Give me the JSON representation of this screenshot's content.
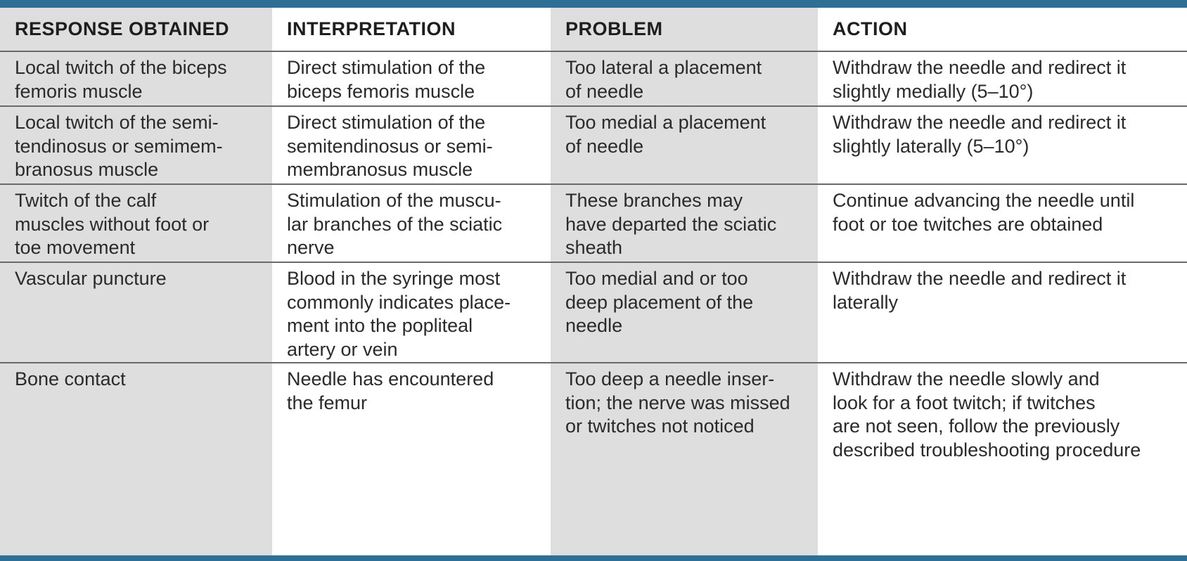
{
  "table": {
    "headers": [
      "RESPONSE OBTAINED",
      "INTERPRETATION",
      "PROBLEM",
      "ACTION"
    ],
    "rows": [
      [
        "Local twitch of the biceps\nfemoris muscle",
        "Direct stimulation of the\nbiceps femoris muscle",
        "Too lateral a placement\nof needle",
        "Withdraw the needle and redirect it\nslightly medially (5–10°)"
      ],
      [
        "Local twitch of the semi-\ntendinosus or semimem-\nbranosus muscle",
        "Direct stimulation of the\nsemitendinosus or semi-\nmembranosus muscle",
        "Too medial a placement\nof needle",
        "Withdraw the needle and redirect it\nslightly laterally (5–10°)"
      ],
      [
        "Twitch of the calf\nmuscles without foot or\ntoe movement",
        "Stimulation of the muscu-\nlar branches of the sciatic\nnerve",
        "These branches may\nhave departed the sciatic\nsheath",
        "Continue advancing the needle until\nfoot or toe twitches are obtained"
      ],
      [
        "Vascular puncture",
        "Blood in the syringe most\ncommonly indicates place-\nment into the popliteal\nartery or vein",
        "Too medial and or too\ndeep placement of the\nneedle",
        "Withdraw the needle and redirect it\nlaterally"
      ],
      [
        "Bone contact",
        "Needle has encountered\nthe femur",
        "Too deep a needle inser-\ntion; the nerve was missed\nor twitches not noticed",
        "Withdraw the needle slowly and\nlook for a foot twitch; if twitches\nare not seen, follow the previously\ndescribed troubleshooting procedure"
      ]
    ]
  },
  "colors": {
    "accent": "#2f6f95",
    "shade": "#dedede"
  }
}
